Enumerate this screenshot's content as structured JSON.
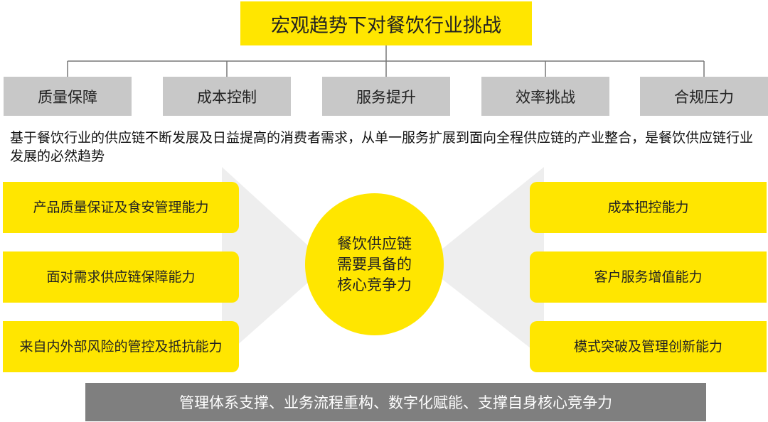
{
  "title": "宏观趋势下对餐饮行业挑战",
  "challenges": [
    "质量保障",
    "成本控制",
    "服务提升",
    "效率挑战",
    "合规压力"
  ],
  "description": "基于餐饮行业的供应链不断发展及日益提高的消费者需求，从单一服务扩展到面向全程供应链的产业整合，是餐饮供应链行业发展的必然趋势",
  "left_capabilities": [
    "产品质量保证及食安管理能力",
    "面对需求供应链保障能力",
    "来自内外部风险的管控及抵抗能力"
  ],
  "right_capabilities": [
    "成本把控能力",
    "客户服务增值能力",
    "模式突破及管理创新能力"
  ],
  "center": {
    "line1": "餐饮供应链",
    "line2": "需要具备的",
    "line3": "核心竞争力"
  },
  "footer": "管理体系支撑、业务流程重构、数字化赋能、支撑自身核心竞争力",
  "colors": {
    "accent_yellow": "#FFE600",
    "box_gray": "#C8C8C8",
    "footer_gray": "#7F7F7F",
    "funnel_gray": "#EEEEEE"
  }
}
